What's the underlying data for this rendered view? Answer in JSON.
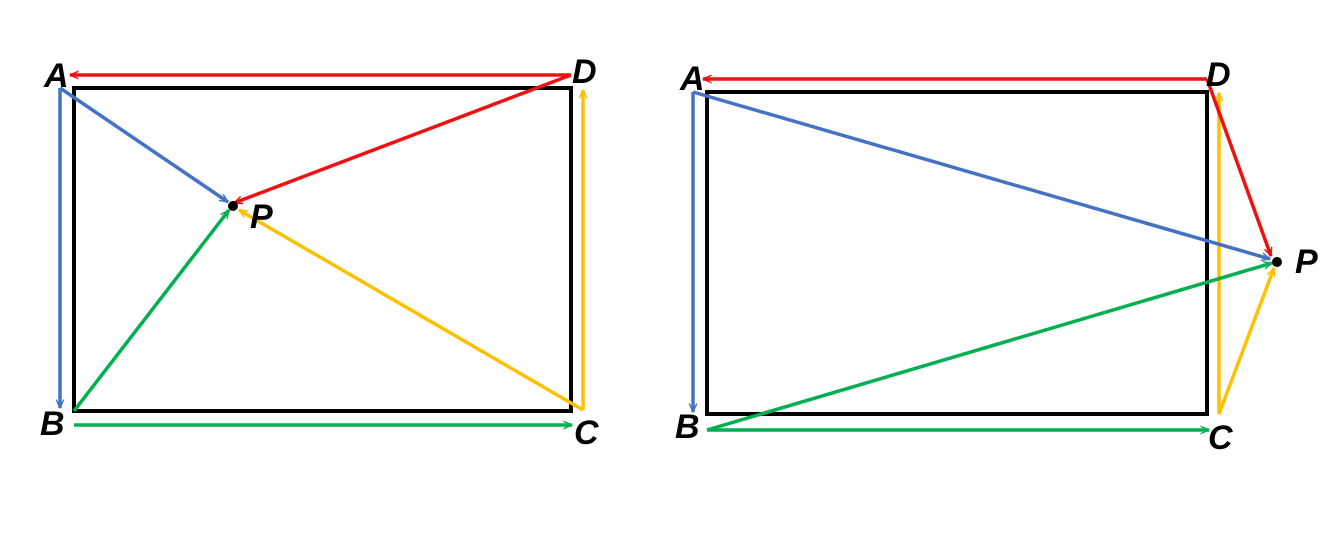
{
  "colors": {
    "red": "#ee1111",
    "blue": "#4472c4",
    "green": "#00b050",
    "yellow": "#ffc000",
    "black": "#000000"
  },
  "left_figure": {
    "labels": {
      "A": "A",
      "B": "B",
      "C": "C",
      "D": "D",
      "P": "P"
    }
  },
  "right_figure": {
    "labels": {
      "A": "A",
      "B": "B",
      "C": "C",
      "D": "D",
      "P": "P"
    }
  }
}
